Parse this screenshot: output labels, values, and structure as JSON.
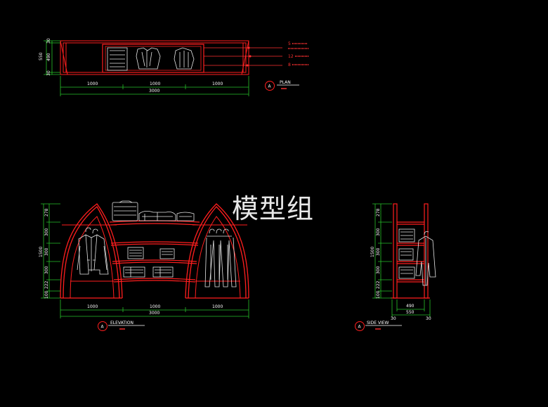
{
  "colors": {
    "background": "#000000",
    "frame": "#ff1e1e",
    "dimension": "#27c22a",
    "text": "#ffffff",
    "garment": "#e6e6e6",
    "callout": "#ff3030"
  },
  "watermark": "模型组",
  "plan": {
    "title": "PLAN",
    "marker": "A",
    "dims_bottom": [
      "1000",
      "1000",
      "1000"
    ],
    "dim_total": "3000",
    "dims_left": [
      "30",
      "490",
      "30"
    ],
    "dim_left_total": "550",
    "callouts": [
      "5",
      "12",
      "8"
    ]
  },
  "elevation": {
    "title": "ELEVATION",
    "marker": "A",
    "dims_bottom": [
      "1000",
      "1000",
      "1000"
    ],
    "dim_total": "3000",
    "dims_left": [
      "278",
      "300",
      "300",
      "300",
      "222",
      "100"
    ],
    "dim_left_total": "1500"
  },
  "side_view": {
    "title": "SIDE VIEW",
    "marker": "A",
    "dim_inner": "490",
    "dim_outer": "550",
    "dims_edge": [
      "30",
      "30"
    ],
    "dims_left": [
      "278",
      "300",
      "300",
      "300",
      "222",
      "100"
    ],
    "dim_left_total": "1500"
  }
}
